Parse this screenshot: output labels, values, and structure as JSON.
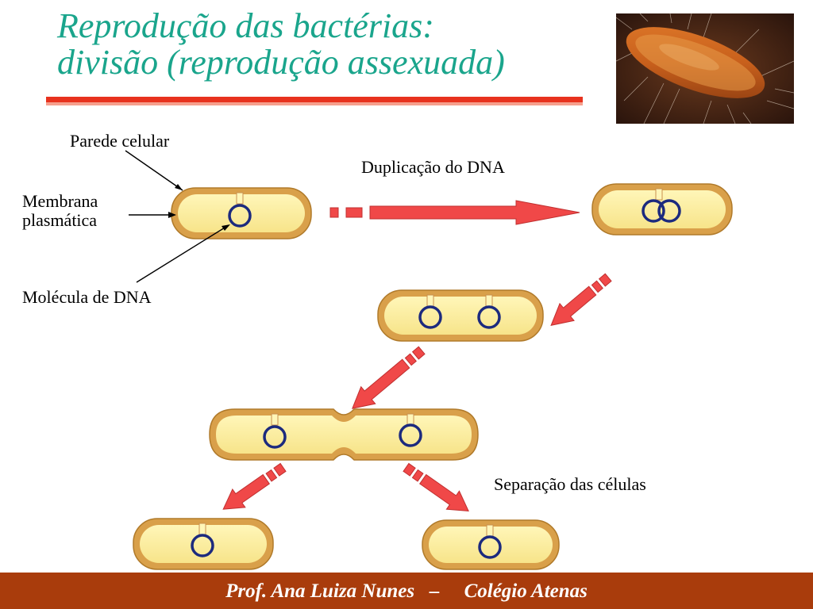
{
  "title": {
    "line1": "Reprodução das bactérias:",
    "line2": "divisão (reprodução assexuada)"
  },
  "labels": {
    "parede": "Parede celular",
    "membrana_line1": "Membrana",
    "membrana_line2": "plasmática",
    "molecula": "Molécula de DNA",
    "duplicacao": "Duplicação do DNA",
    "separacao": "Separação das células"
  },
  "footer": {
    "text": "Prof. Ana Luiza Nunes   –     Colégio Atenas"
  },
  "colors": {
    "title": "#1aa58c",
    "title_rule": "#e8321e",
    "arrow": "#f04848",
    "cell_wall": "#d9a04a",
    "cytoplasm": "#fff3a6",
    "dna": "#1c2a7e",
    "footer": "#a93c0c"
  }
}
